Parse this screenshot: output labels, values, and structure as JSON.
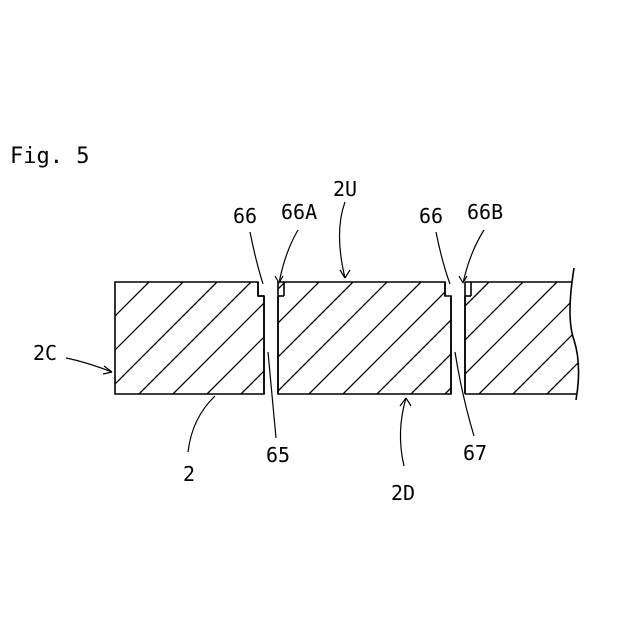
{
  "figure": {
    "title": "Fig. 5",
    "labels": {
      "l_66_left": "66",
      "l_66A": "66A",
      "l_2U": "2U",
      "l_66_right": "66",
      "l_66B": "66B",
      "l_2C": "2C",
      "l_2": "2",
      "l_65": "65",
      "l_2D": "2D",
      "l_67": "67"
    }
  }
}
